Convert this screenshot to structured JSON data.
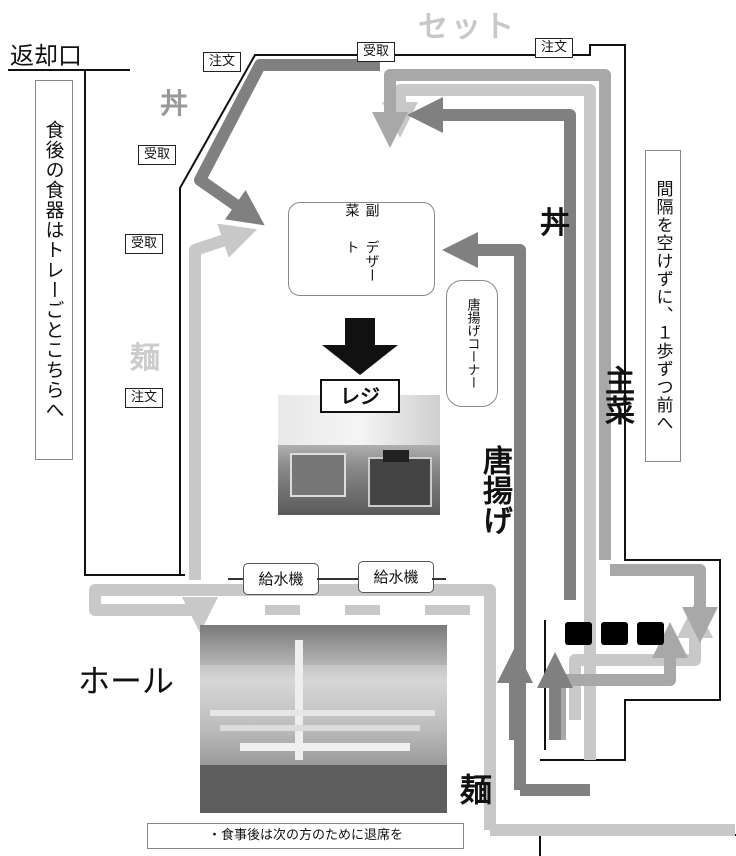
{
  "return_counter": "返却口",
  "return_note": "食後の食器はトレーごとこちらへ",
  "spacing_note": "間隔を空けずに、１歩ずつ前へ",
  "set_label": "セット",
  "don_label": "丼",
  "men_label": "麺",
  "order_tag": "注文",
  "receive_tag": "受取",
  "side_dessert_line1": "副菜",
  "side_dessert_line2": "デザート",
  "karaage_corner_line1": "唐揚げ",
  "karaage_corner_line2": "コーナー",
  "register_label": "レジ",
  "karaage_label": "唐揚げ",
  "main_dish_label": "主菜",
  "water_machine": "給水機",
  "hall_label": "ホール",
  "leave_note": "・食事後は次の方のために退席を"
}
